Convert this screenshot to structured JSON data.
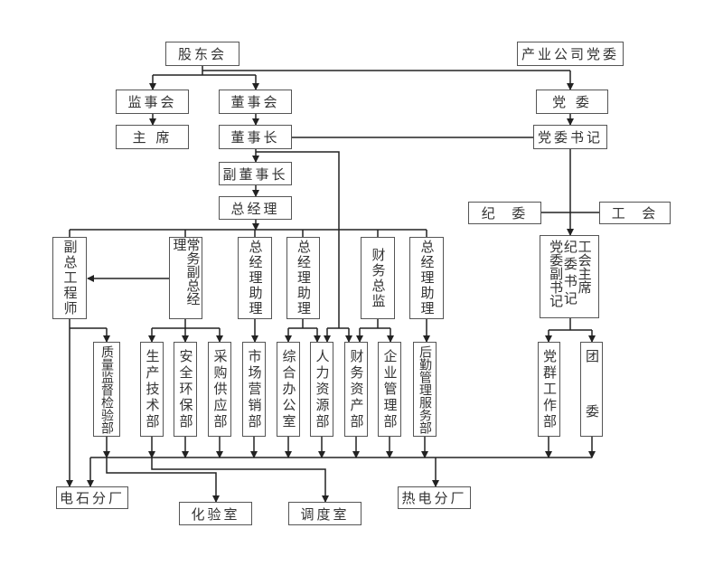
{
  "top": {
    "shareholders": "股东会",
    "party_committee_parent": "产业公司党委",
    "supervisory_board": "监事会",
    "chairman_supervisory": "主 席",
    "board_of_directors": "董事会",
    "chairman": "董事长",
    "vice_chairman": "副董事长",
    "general_manager": "总经理",
    "party_committee": "党 委",
    "party_secretary": "党委书记",
    "discipline_committee": "纪  委",
    "trade_union": "工  会"
  },
  "executives": {
    "deputy_chief_engineer": "副总工程师",
    "executive_deputy_gm": "常务副总经理",
    "gm_assistant_1": "总经理助理",
    "gm_assistant_2": "总经理助理",
    "chief_financial_officer": "财务总监",
    "gm_assistant_3": "总经理助理",
    "deputy_secretary_cols": [
      "党委副书记",
      "纪委书记",
      "工会主席"
    ]
  },
  "departments": [
    "质量监督检验部",
    "生产技术部",
    "安全环保部",
    "采购供应部",
    "市场营销部",
    "综合办公室",
    "人力资源部",
    "财务资产部",
    "企业管理部",
    "后勤管理服务部",
    "党群工作部",
    "团 委"
  ],
  "units": {
    "calcium_carbide_plant": "电石分厂",
    "lab": "化验室",
    "dispatch_room": "调度室",
    "thermal_power_plant": "热电分厂"
  },
  "colors": {
    "line": "#222222",
    "border": "#555555",
    "text": "#333333"
  }
}
